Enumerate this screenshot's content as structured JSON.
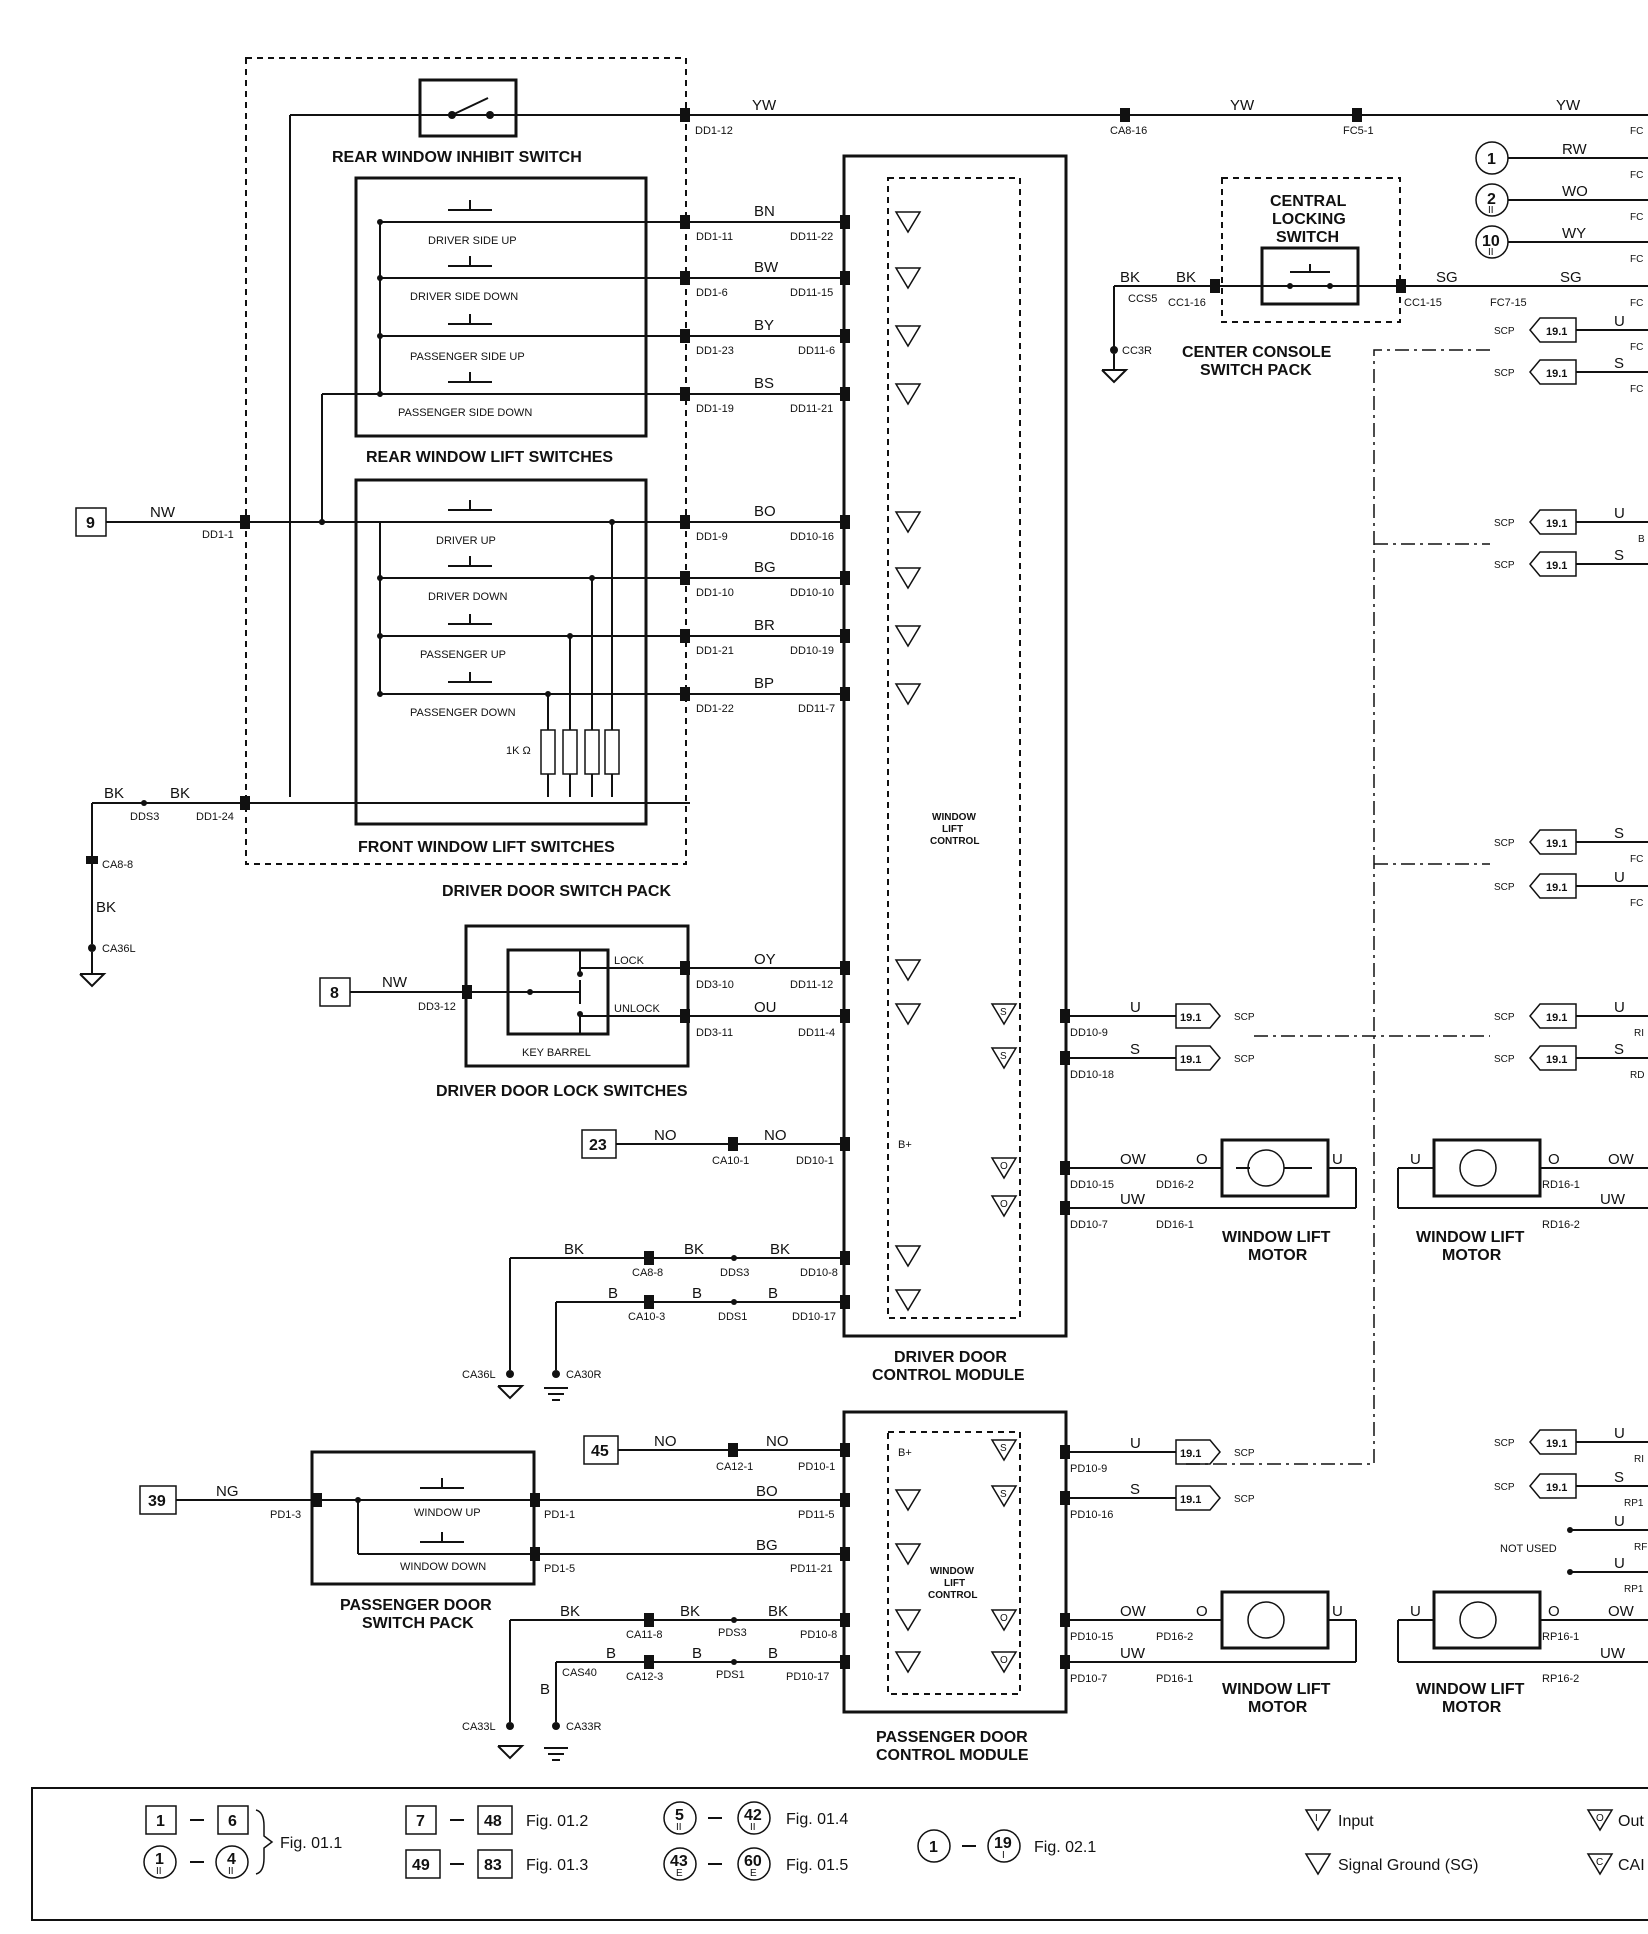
{
  "titles": {
    "rear_inhibit": "REAR WINDOW INHIBIT SWITCH",
    "rear_lift": "REAR WINDOW LIFT SWITCHES",
    "front_lift": "FRONT WINDOW LIFT SWITCHES",
    "driver_pack": "DRIVER DOOR SWITCH PACK",
    "central_locking": [
      "CENTRAL",
      "LOCKING",
      "SWITCH"
    ],
    "center_console": [
      "CENTER CONSOLE",
      "SWITCH PACK"
    ],
    "driver_lock": "DRIVER DOOR LOCK SWITCHES",
    "driver_module": [
      "DRIVER DOOR",
      "CONTROL MODULE"
    ],
    "passenger_module": [
      "PASSENGER DOOR",
      "CONTROL MODULE"
    ],
    "passenger_pack": [
      "PASSENGER DOOR",
      "SWITCH PACK"
    ],
    "window_lift_control": [
      "WINDOW",
      "LIFT",
      "CONTROL"
    ],
    "window_lift_motor": [
      "WINDOW LIFT",
      "MOTOR"
    ],
    "key_barrel": "KEY BARREL",
    "lock": "LOCK",
    "unlock": "UNLOCK",
    "not_used": "NOT USED",
    "resistor": "1K Ω"
  },
  "switches": {
    "driver_side_up": "DRIVER SIDE UP",
    "driver_side_down": "DRIVER SIDE DOWN",
    "passenger_side_up": "PASSENGER SIDE UP",
    "passenger_side_down": "PASSENGER SIDE DOWN",
    "driver_up": "DRIVER UP",
    "driver_down": "DRIVER DOWN",
    "passenger_up": "PASSENGER UP",
    "passenger_down": "PASSENGER DOWN",
    "window_up": "WINDOW UP",
    "window_down": "WINDOW DOWN"
  },
  "refs": {
    "r9": "9",
    "r8": "8",
    "r23": "23",
    "r45": "45",
    "r39": "39",
    "c1": "1",
    "c2": "2",
    "c10": "10",
    "s19": "19.1"
  },
  "wires": {
    "YW": "YW",
    "RW": "RW",
    "WO": "WO",
    "WY": "WY",
    "BK": "BK",
    "SG": "SG",
    "U": "U",
    "S": "S",
    "BN": "BN",
    "BW": "BW",
    "BY": "BY",
    "BS": "BS",
    "NW": "NW",
    "BO": "BO",
    "BG": "BG",
    "BR": "BR",
    "BP": "BP",
    "OY": "OY",
    "OU": "OU",
    "NO": "NO",
    "OW": "OW",
    "UW": "UW",
    "B": "B",
    "NG": "NG",
    "O": "O",
    "SCP": "SCP",
    "Bplus": "B+"
  },
  "connectors": {
    "dd1_12": "DD1-12",
    "ca8_16": "CA8-16",
    "fc5_1": "FC5-1",
    "dd1_11": "DD1-11",
    "dd11_22": "DD11-22",
    "dd1_6": "DD1-6",
    "dd11_15": "DD11-15",
    "dd1_23": "DD1-23",
    "dd11_6": "DD11-6",
    "dd1_19": "DD1-19",
    "dd11_21": "DD11-21",
    "dd1_1": "DD1-1",
    "dd1_9": "DD1-9",
    "dd10_16": "DD10-16",
    "dd1_10": "DD1-10",
    "dd10_10": "DD10-10",
    "dd1_21": "DD1-21",
    "dd10_19": "DD10-19",
    "dd1_22": "DD1-22",
    "dd11_7": "DD11-7",
    "dds3": "DDS3",
    "dd1_24": "DD1-24",
    "ca8_8": "CA8-8",
    "ca36l": "CA36L",
    "ccs5": "CCS5",
    "cc1_16": "CC1-16",
    "cc1_15": "CC1-15",
    "fc7_15": "FC7-15",
    "cc3r": "CC3R",
    "dd3_10": "DD3-10",
    "dd11_12": "DD11-12",
    "dd3_11": "DD3-11",
    "dd11_4": "DD11-4",
    "dd3_12": "DD3-12",
    "dd10_9": "DD10-9",
    "dd10_18": "DD10-18",
    "ca10_1": "CA10-1",
    "dd10_1": "DD10-1",
    "dd10_15": "DD10-15",
    "dd16_2": "DD16-2",
    "dd10_7": "DD10-7",
    "dd16_1": "DD16-1",
    "ca8_8b": "CA8-8",
    "dd10_8": "DD10-8",
    "ca10_3": "CA10-3",
    "dds1": "DDS1",
    "dd10_17": "DD10-17",
    "ca36l_b": "CA36L",
    "ca30r": "CA30R",
    "rd16_1": "RD16-1",
    "rd16_2": "RD16-2",
    "ca12_1": "CA12-1",
    "pd10_1": "PD10-1",
    "pd1_3": "PD1-3",
    "pd1_1": "PD1-1",
    "pd11_5": "PD11-5",
    "pd1_5": "PD1-5",
    "pd11_21": "PD11-21",
    "ca11_8": "CA11-8",
    "pds3": "PDS3",
    "pd10_8": "PD10-8",
    "cas40": "CAS40",
    "ca12_3": "CA12-3",
    "pds1": "PDS1",
    "pd10_17": "PD10-17",
    "pd10_9": "PD10-9",
    "pd10_16": "PD10-16",
    "pd10_15": "PD10-15",
    "pd16_2": "PD16-2",
    "pd10_7": "PD10-7",
    "pd16_1": "PD16-1",
    "ca33l": "CA33L",
    "ca33r": "CA33R",
    "rp16_1": "RP16-1",
    "rp16_2": "RP16-2"
  },
  "edge_clips": {
    "fc": "FC",
    "b": "B",
    "rd": "RD",
    "r": "RI",
    "rp": "RP1",
    "rf": "RF"
  },
  "legend": {
    "l1a": "1",
    "l1b": "6",
    "l2a": "1",
    "l2b": "4",
    "fig_011": "Fig. 01.1",
    "l3a": "7",
    "l3b": "48",
    "fig_012": "Fig. 01.2",
    "l4a": "49",
    "l4b": "83",
    "fig_013": "Fig. 01.3",
    "l5a": "5",
    "l5b": "42",
    "fig_014": "Fig. 01.4",
    "l6a": "43",
    "l6b": "60",
    "fig_015": "Fig. 01.5",
    "l7a": "1",
    "l7b": "19",
    "fig_021": "Fig. 02.1",
    "input": "Input",
    "signal_ground": "Signal Ground (SG)",
    "output_clip": "Out",
    "can_clip": "CAI",
    "sub_ii": "II",
    "sub_e": "E",
    "sub_i": "I",
    "sym_i": "I",
    "sym_o": "O",
    "sym_c": "C",
    "sym_s": "S"
  }
}
